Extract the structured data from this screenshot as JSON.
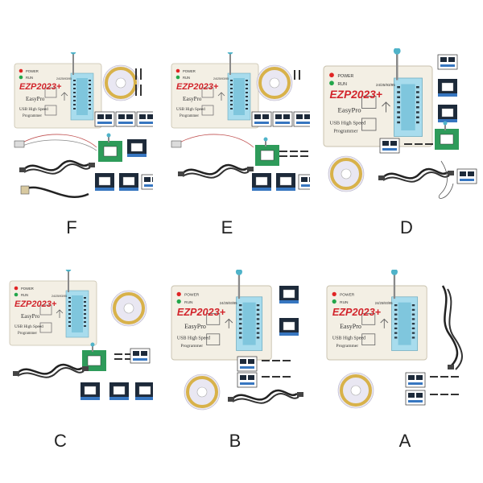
{
  "device": {
    "power_label": "POWER",
    "run_label": "RUN",
    "socket_label": "24/25/93/95",
    "model_label": "EZP2023+",
    "brand_label": "EasyPro",
    "line1": "USB High Speed",
    "line2": "Programmer"
  },
  "variants": [
    {
      "id": "F",
      "label": "F"
    },
    {
      "id": "E",
      "label": "E"
    },
    {
      "id": "D",
      "label": "D"
    },
    {
      "id": "C",
      "label": "C"
    },
    {
      "id": "B",
      "label": "B"
    },
    {
      "id": "A",
      "label": "A"
    }
  ],
  "colors": {
    "device_body": "#f3efe4",
    "socket": "#a8dced",
    "lever": "#4fb3c9",
    "power_led": "#e02424",
    "run_led": "#22a64a",
    "title_red": "#d2242b",
    "cd_gold": "#d8b24a",
    "board_dark": "#1d2a3a",
    "board_green": "#2e9b5a",
    "cable": "#222222"
  }
}
